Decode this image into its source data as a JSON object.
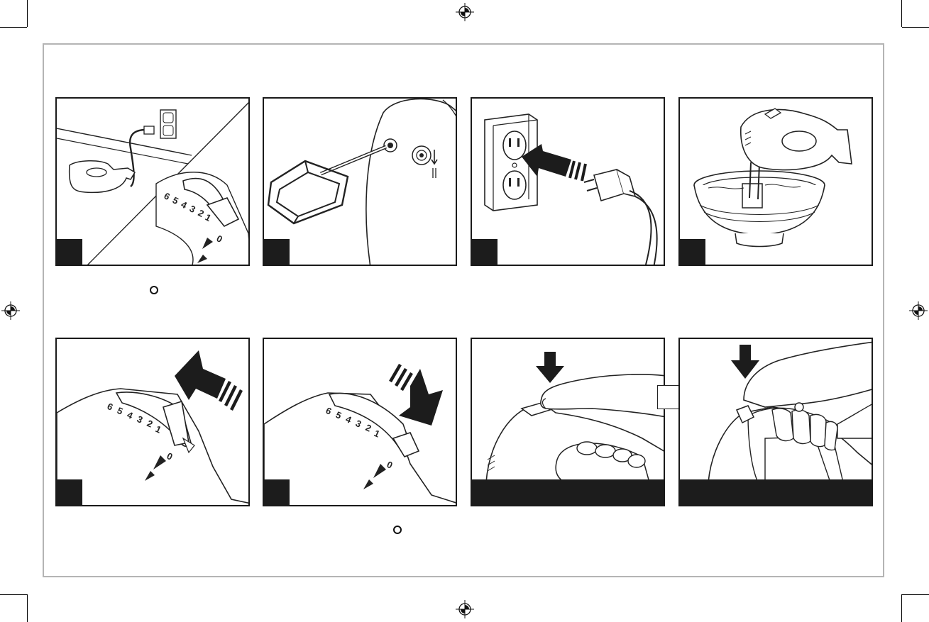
{
  "document": {
    "type": "hand mixer quick-start instruction sheet",
    "steps_row1": [
      {
        "illustration": "mixer-resting-with-cord-and-wall-outlet"
      },
      {
        "illustration": "insert-beaters-into-mixer"
      },
      {
        "illustration": "plug-into-outlet"
      },
      {
        "illustration": "mixer-in-bowl"
      }
    ],
    "steps_row2": [
      {
        "illustration": "slide-speed-control-up"
      },
      {
        "illustration": "slide-speed-control-down"
      },
      {
        "illustration": "press-burst-button"
      },
      {
        "illustration": "press-beater-eject"
      }
    ],
    "speed_scale": [
      "6",
      "5",
      "4",
      "3",
      "2",
      "1",
      "0"
    ],
    "colors": {
      "ink": "#1a1a1a",
      "frame": "#b4b4b4",
      "background": "#ffffff"
    }
  }
}
